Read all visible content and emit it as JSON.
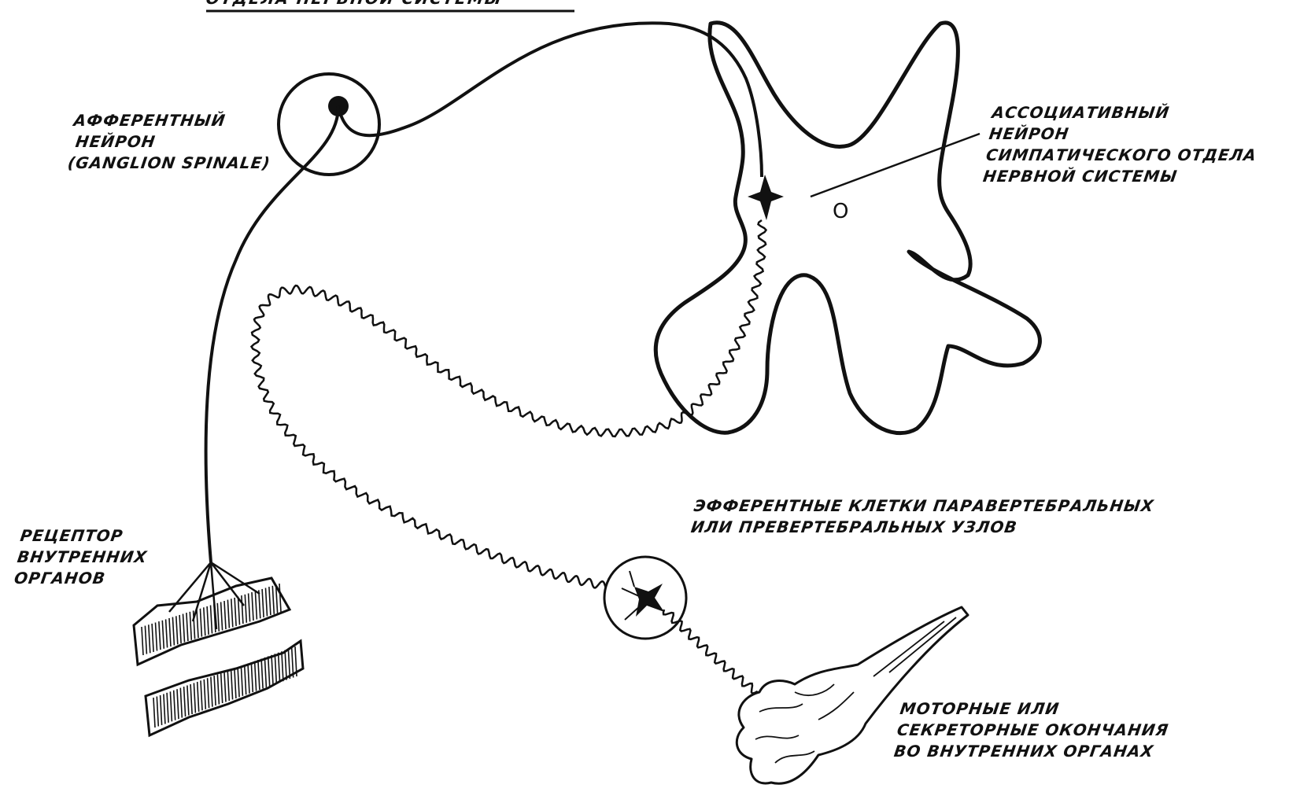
{
  "labels": {
    "title_fragment": "ОТДЕЛА НЕРВНОЙ СИСТЕМЫ",
    "afferent": [
      "АФФЕРЕНТНЫЙ",
      "НЕЙРОН",
      "(GANGLION SPINALE)"
    ],
    "associative": [
      "АССОЦИАТИВНЫЙ",
      "НЕЙРОН",
      "СИМПАТИЧЕСКОГО ОТДЕЛА",
      "НЕРВНОЙ СИСТЕМЫ"
    ],
    "cord_letter": "О",
    "efferent_cells": [
      "ЭФФЕРЕНТНЫЕ КЛЕТКИ ПАРАВЕРТЕБРАЛЬНЫХ",
      "ИЛИ ПРЕВЕРТЕБРАЛЬНЫХ УЗЛОВ"
    ],
    "receptor": [
      "РЕЦЕПТОР",
      "ВНУТРЕННИХ",
      "ОРГАНОВ"
    ],
    "motor": [
      "МОТОРНЫЕ ИЛИ",
      "СЕКРЕТОРНЫЕ ОКОНЧАНИЯ",
      "ВО ВНУТРЕННИХ ОРГАНАХ"
    ]
  },
  "colors": {
    "ink": "#111111",
    "background": "#ffffff"
  }
}
